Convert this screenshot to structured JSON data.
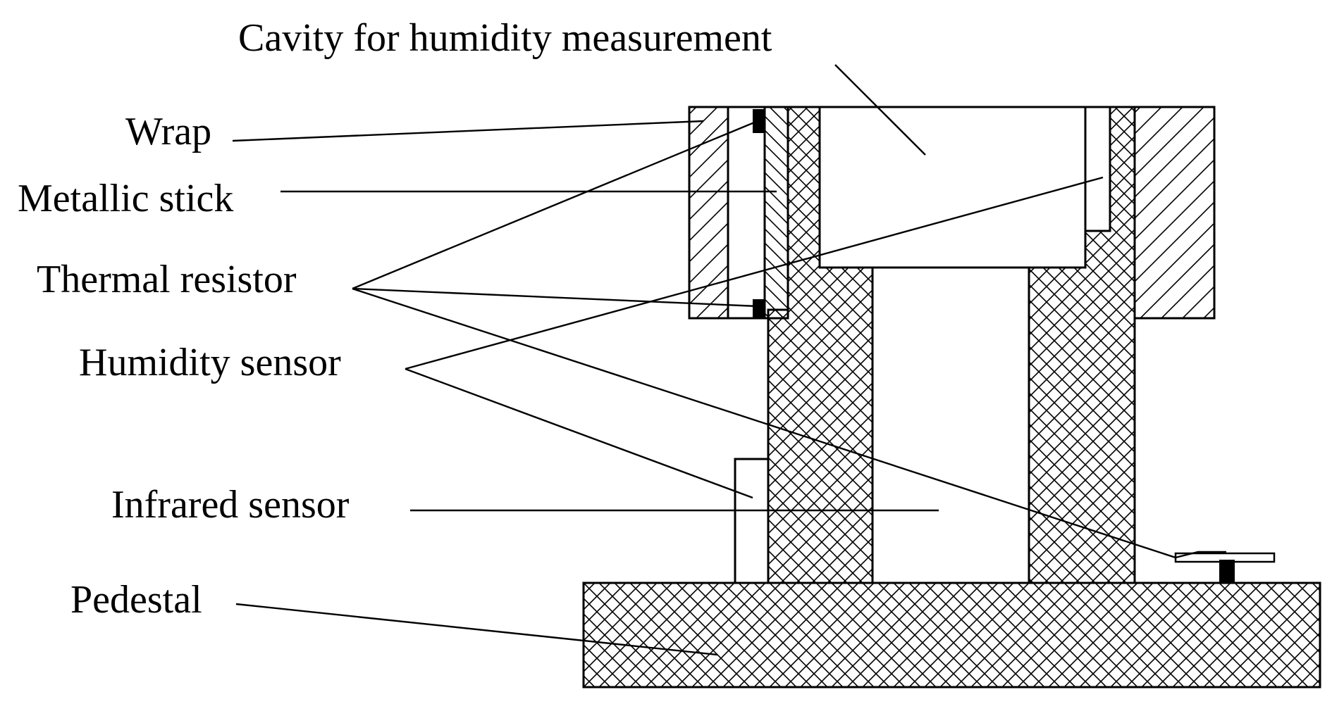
{
  "labels": {
    "cavity": "Cavity for humidity measurement",
    "wrap": "Wrap",
    "metallic_stick": "Metallic stick",
    "thermal_resistor": "Thermal resistor",
    "humidity_sensor": "Humidity sensor",
    "infrared_sensor": "Infrared sensor",
    "pedestal": "Pedestal"
  },
  "colors": {
    "line": "#000000",
    "background": "#ffffff"
  }
}
